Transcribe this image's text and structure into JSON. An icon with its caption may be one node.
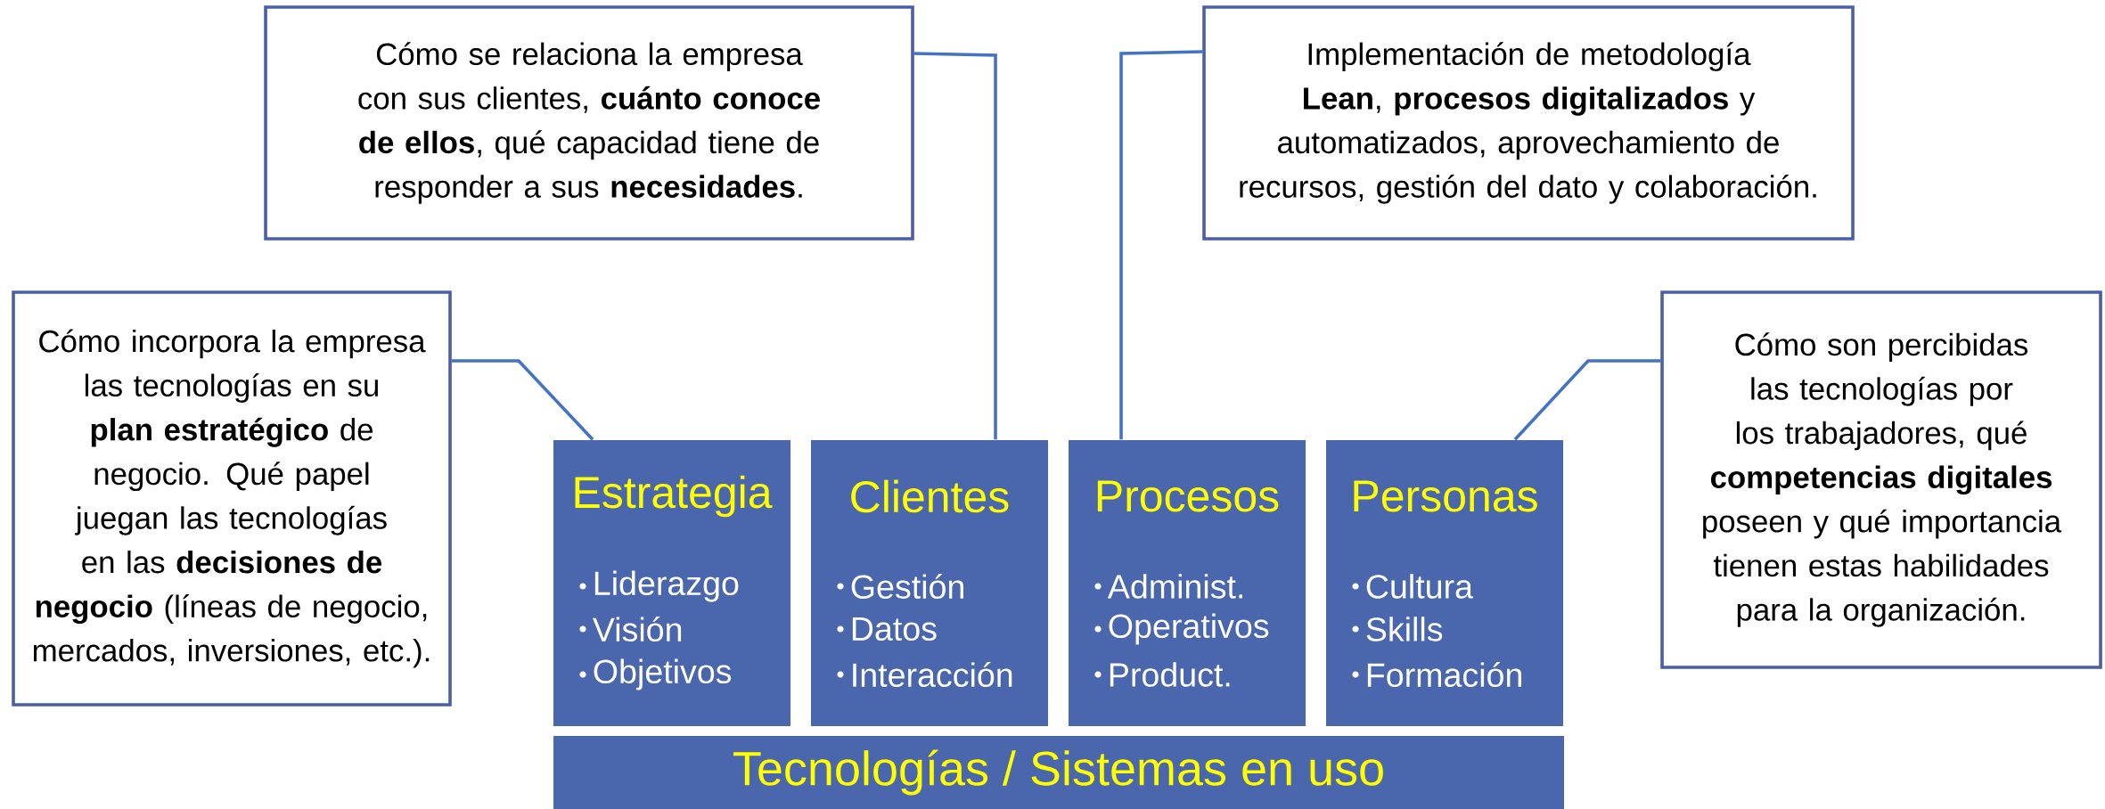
{
  "diagram": {
    "nodes": [
      {
        "text": [
          "Cómo incorpora la empresa las tecnologías en su **plan estratégico** de negocio. Qué papel juegan las tecnologías en las **decisiones de negocio** (líneas de negocio, mercados, inversiones, etc.)."
        ]
      },
      {
        "text": [
          "Cómo se relaciona la empresa con sus clientes, **cuánto conoce de ellos**, qué capacidad tiene de responder a sus **necesidades**."
        ]
      },
      {
        "text": [
          "Implementación de metodología **Lean**, **procesos digitalizados** y automatizados, aprovechamiento de recursos, gestión del dato y colaboración."
        ]
      },
      {
        "text": [
          "Cómo son percibidas las tecnologías por los trabajadores, qué **competencias digitales** poseen y qué importancia tienen estas habilidades para la organización."
        ]
      },
      {
        "text": [
          "Estrategia",
          "Liderazgo",
          "Visión",
          "Objetivos"
        ]
      },
      {
        "text": [
          "Clientes",
          "Gestión",
          "Datos",
          "Interacción"
        ]
      },
      {
        "text": [
          "Procesos",
          "Administ.",
          "Operativos",
          "Product."
        ]
      },
      {
        "text": [
          "Personas",
          "Cultura",
          "Skills",
          "Formación"
        ]
      },
      {
        "text": [
          "Tecnologías / Sistemas en uso"
        ]
      }
    ],
    "edges": [
      {
        "from": 0,
        "to": 4,
        "arrow": "none"
      },
      {
        "from": 1,
        "to": 5,
        "arrow": "none"
      },
      {
        "from": 2,
        "to": 6,
        "arrow": "none"
      },
      {
        "from": 3,
        "to": 7,
        "arrow": "none"
      }
    ]
  }
}
